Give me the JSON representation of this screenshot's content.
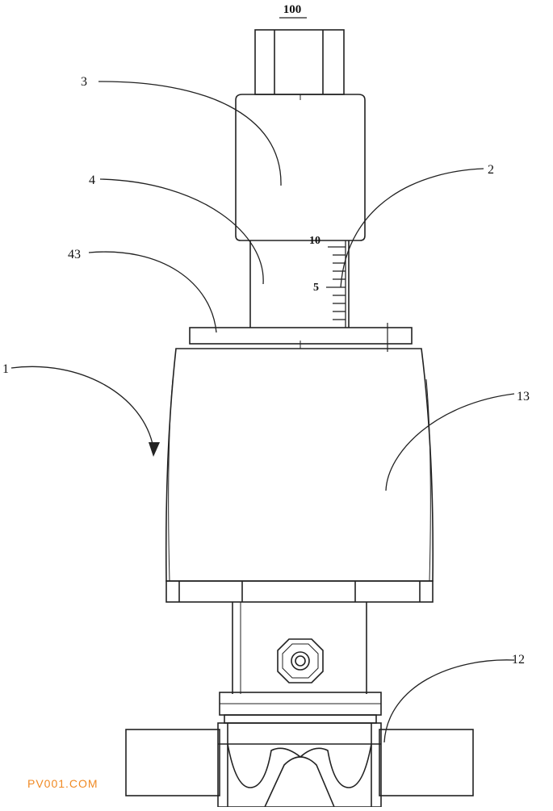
{
  "figure": {
    "title": "100",
    "labels": {
      "l3": "3",
      "l4": "4",
      "l2": "2",
      "l43": "43",
      "l1": "1",
      "l13": "13",
      "l12": "12"
    },
    "scale": {
      "top": "10",
      "mid": "5"
    }
  },
  "watermark": "PV001.COM",
  "colors": {
    "line": "#222222",
    "watermark": "#f08a24"
  }
}
